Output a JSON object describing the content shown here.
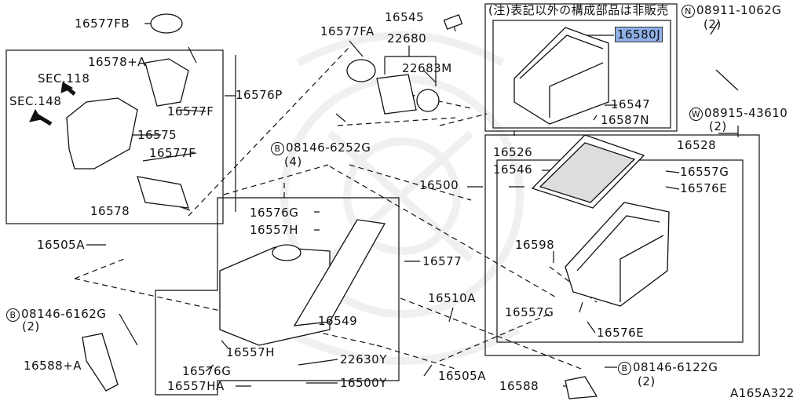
{
  "diagram": {
    "note": "(注)表記以外の構成部品は非販売",
    "figure_code": "A165A322",
    "parts": [
      {
        "id": "p16577FB",
        "text": "16577FB"
      },
      {
        "id": "p16578A",
        "text": "16578+A"
      },
      {
        "id": "sec118",
        "text": "SEC.118"
      },
      {
        "id": "sec148",
        "text": "SEC.148"
      },
      {
        "id": "p16577F_1",
        "text": "16577F"
      },
      {
        "id": "p16575",
        "text": "16575"
      },
      {
        "id": "p16577F_2",
        "text": "16577F"
      },
      {
        "id": "p16578",
        "text": "16578"
      },
      {
        "id": "p16576P",
        "text": "16576P"
      },
      {
        "id": "p16545",
        "text": "16545"
      },
      {
        "id": "p16577FA",
        "text": "16577FA"
      },
      {
        "id": "p22680",
        "text": "22680"
      },
      {
        "id": "p22683M",
        "text": "22683M"
      },
      {
        "id": "p08146_6252G",
        "text": "08146-6252G",
        "circle": "B"
      },
      {
        "id": "qty4",
        "text": "(4)"
      },
      {
        "id": "p16580J",
        "text": "16580J"
      },
      {
        "id": "p16547",
        "text": "16547"
      },
      {
        "id": "p16587N",
        "text": "16587N"
      },
      {
        "id": "p16526",
        "text": "16526"
      },
      {
        "id": "p16546",
        "text": "16546"
      },
      {
        "id": "p16500",
        "text": "16500"
      },
      {
        "id": "p08911",
        "text": "08911-1062G",
        "circle": "N"
      },
      {
        "id": "qty2a",
        "text": "(2)"
      },
      {
        "id": "p08915",
        "text": "08915-43610",
        "circle": "W"
      },
      {
        "id": "qty2b",
        "text": "(2)"
      },
      {
        "id": "p16528",
        "text": "16528"
      },
      {
        "id": "p16557G_1",
        "text": "16557G"
      },
      {
        "id": "p16576E_1",
        "text": "16576E"
      },
      {
        "id": "p16598",
        "text": "16598"
      },
      {
        "id": "p16557G_2",
        "text": "16557G"
      },
      {
        "id": "p16576E_2",
        "text": "16576E"
      },
      {
        "id": "p16576G_1",
        "text": "16576G"
      },
      {
        "id": "p16557H_1",
        "text": "16557H"
      },
      {
        "id": "p16577",
        "text": "16577"
      },
      {
        "id": "p16549",
        "text": "16549"
      },
      {
        "id": "p16557H_2",
        "text": "16557H"
      },
      {
        "id": "p16576G_2",
        "text": "16576G"
      },
      {
        "id": "p16557HA",
        "text": "16557HA"
      },
      {
        "id": "p22630Y",
        "text": "22630Y"
      },
      {
        "id": "p16500Y",
        "text": "16500Y"
      },
      {
        "id": "p16505A_1",
        "text": "16505A"
      },
      {
        "id": "p08146_6162G",
        "text": "08146-6162G",
        "circle": "B"
      },
      {
        "id": "qty2c",
        "text": "(2)"
      },
      {
        "id": "p16588A",
        "text": "16588+A"
      },
      {
        "id": "p16510A",
        "text": "16510A"
      },
      {
        "id": "p16505A_2",
        "text": "16505A"
      },
      {
        "id": "p16588",
        "text": "16588"
      },
      {
        "id": "p08146_6122G",
        "text": "08146-6122G",
        "circle": "B"
      },
      {
        "id": "qty2d",
        "text": "(2)"
      }
    ]
  }
}
